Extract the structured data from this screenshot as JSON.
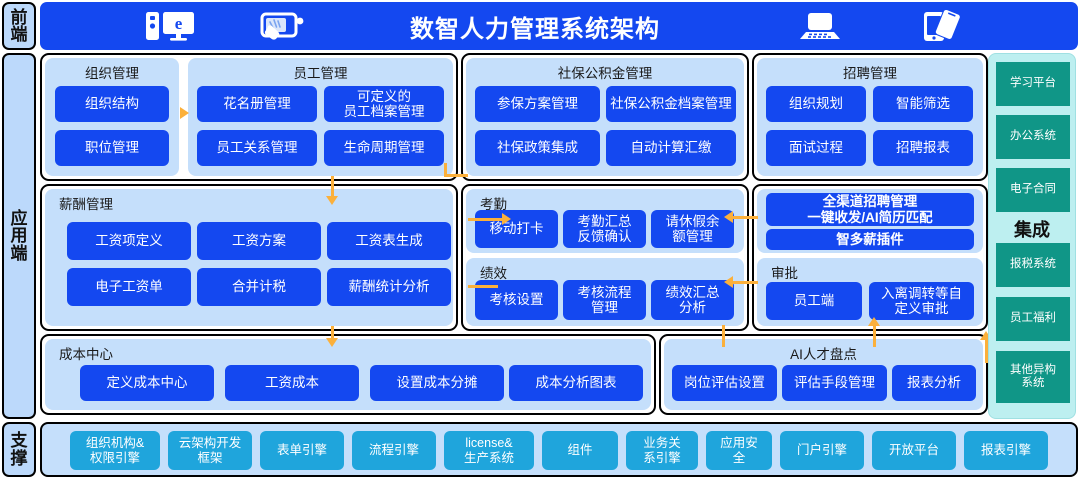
{
  "rail": {
    "frontend": "前端",
    "application": "应用端",
    "support": "支撑"
  },
  "header": {
    "title": "数智人力管理系统架构",
    "icons": [
      "desktop-browser-icon",
      "touchscreen-icon",
      "laptop-icon",
      "mobile-devices-icon"
    ]
  },
  "groups": {
    "org": {
      "title": "组织管理",
      "chips": [
        "组织结构",
        "职位管理"
      ]
    },
    "employee": {
      "title": "员工管理",
      "chips": [
        "花名册管理",
        "可定义的\n员工档案管理",
        "员工关系管理",
        "生命周期管理"
      ]
    },
    "social": {
      "title": "社保公积金管理",
      "chips": [
        "参保方案管理",
        "社保公积金档案管理",
        "社保政策集成",
        "自动计算汇缴"
      ]
    },
    "recruit": {
      "title": "招聘管理",
      "chips": [
        "组织规划",
        "智能筛选",
        "面试过程",
        "招聘报表"
      ]
    },
    "salary": {
      "title": "薪酬管理",
      "chips": [
        "工资项定义",
        "工资方案",
        "工资表生成",
        "电子工资单",
        "合并计税",
        "薪酬统计分析"
      ]
    },
    "attendance": {
      "title": "考勤",
      "chips": [
        "移动打卡",
        "考勤汇总\n反馈确认",
        "请休假余\n额管理"
      ]
    },
    "performance": {
      "title": "绩效",
      "chips": [
        "考核设置",
        "考核流程\n管理",
        "绩效汇总\n分析"
      ]
    },
    "channel": {
      "title": "",
      "chips": [
        "全渠道招聘管理\n一键收发/AI简历匹配",
        "智多薪插件"
      ]
    },
    "approval": {
      "title": "审批",
      "chips": [
        "员工端",
        "入离调转等自\n定义审批"
      ]
    },
    "cost": {
      "title": "成本中心",
      "chips": [
        "定义成本中心",
        "工资成本",
        "设置成本分摊",
        "成本分析图表"
      ]
    },
    "talent": {
      "title": "AI人才盘点",
      "chips": [
        "岗位评估设置",
        "评估手段管理",
        "报表分析"
      ]
    }
  },
  "integration": {
    "label": "集成",
    "items": [
      "学习平台",
      "办公系统",
      "电子合同",
      "报税系统",
      "员工福利",
      "其他异构\n系统"
    ]
  },
  "support": {
    "items": [
      "组织机构&\n权限引擎",
      "云架构开发\n框架",
      "表单引擎",
      "流程引擎",
      "license&\n生产系统",
      "组件",
      "业务关\n系引擎",
      "应用安\n全",
      "门户引擎",
      "开放平台",
      "报表引擎"
    ]
  },
  "colors": {
    "primary_blue": "#1448f0",
    "panel_blue": "#c5dffb",
    "rail_blue": "#bcd9fb",
    "teal": "#109687",
    "teal_panel": "#bdeff0",
    "support_cyan": "#1fa5dc",
    "arrow_orange": "#fbb03b"
  }
}
